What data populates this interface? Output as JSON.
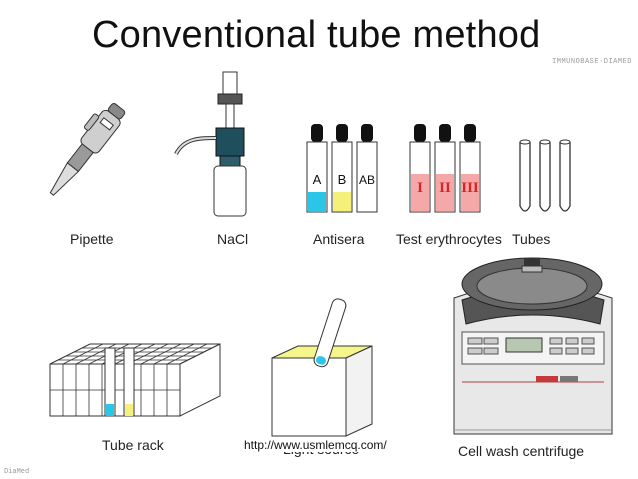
{
  "title": "Conventional tube method",
  "watermark": "IMMUNOBASE·DIAMED",
  "items": {
    "pipette": "Pipette",
    "nacl": "NaCl",
    "antisera": "Antisera",
    "test_erythrocytes": "Test erythrocytes",
    "tubes": "Tubes",
    "tube_rack": "Tube rack",
    "light_source": "Light source",
    "centrifuge": "Cell wash centrifuge"
  },
  "antisera_vials": [
    "A",
    "B",
    "AB"
  ],
  "erythrocyte_vials": [
    "I",
    "II",
    "III"
  ],
  "url": "http://www.usmlemcq.com/",
  "footer_mark": "DiaMed",
  "colors": {
    "antiA": "#29c6e8",
    "antiB": "#f4f07a",
    "antiAB": "#ffffff",
    "erythro_fill": "#f4a8a8",
    "roman_red": "#d6252b",
    "centrifuge_body": "#e8e8e8",
    "lightbox_top": "#f6f58c"
  }
}
